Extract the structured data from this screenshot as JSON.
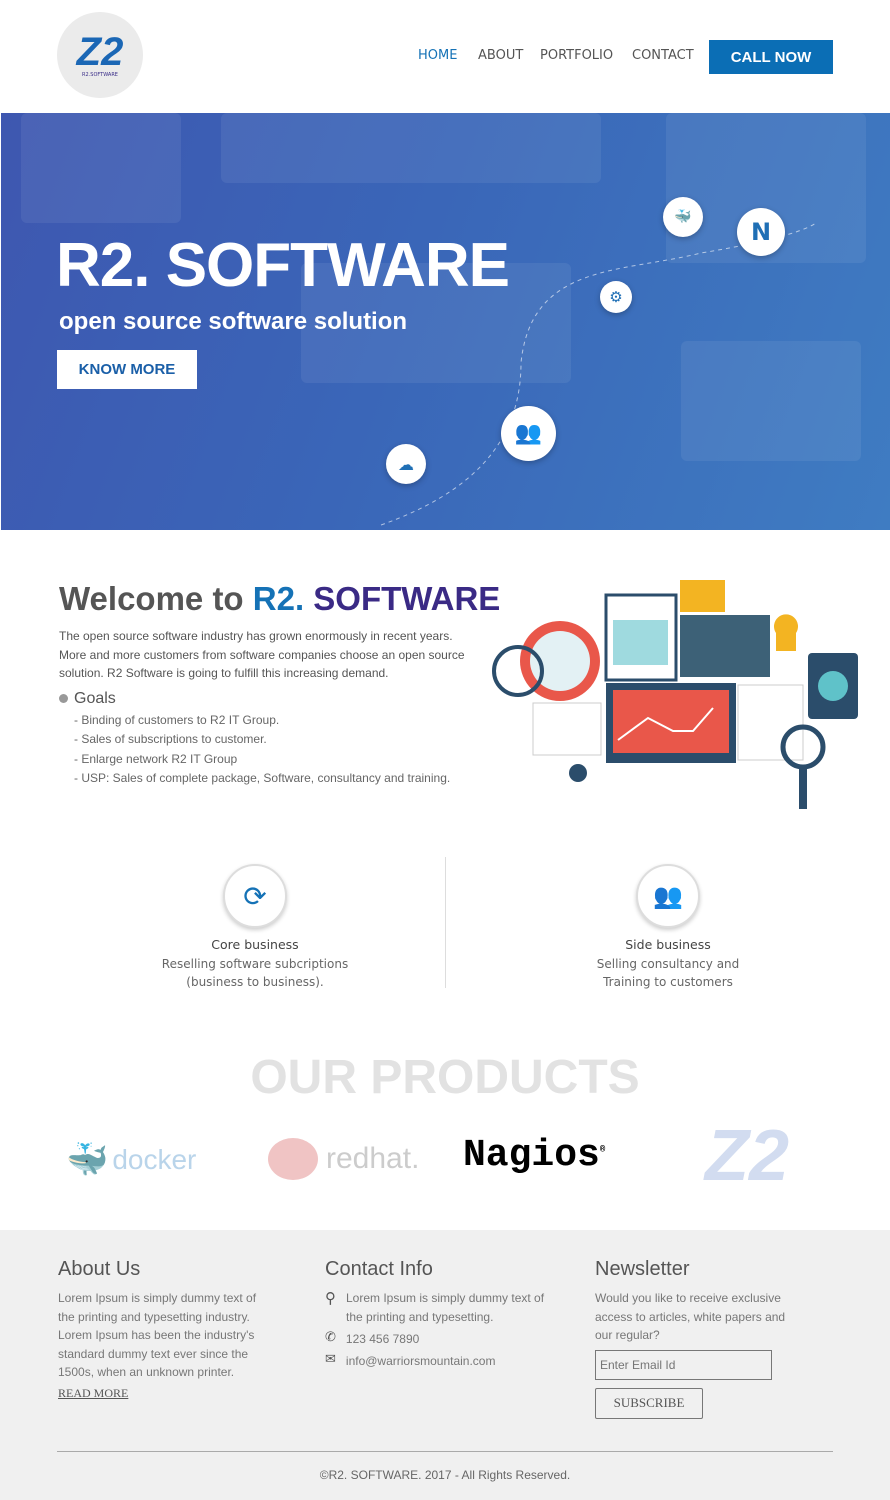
{
  "header": {
    "logo_text": "R2.SOFTWARE",
    "logo_mark": "Z2",
    "nav": [
      "HOME",
      "ABOUT",
      "PORTFOLIO",
      "CONTACT"
    ],
    "cta": "CALL NOW",
    "accent": "#0b6eb5"
  },
  "hero": {
    "title": "R2. SOFTWARE",
    "subtitle": "open source software solution",
    "button": "KNOW MORE",
    "icons": [
      "docker-icon",
      "nagios-icon",
      "settings-icon",
      "team-icon",
      "redhat-icon"
    ]
  },
  "welcome": {
    "title_prefix": "Welcome to ",
    "title_r2": "R2.",
    "title_software": " SOFTWARE",
    "intro": "The open source software industry has grown enormously in recent years. More and more customers from software companies choose an open source solution. R2 Software is going to fulfill this increasing demand.",
    "goals_title": "Goals",
    "goals": [
      "- Binding of customers to R2 IT Group.",
      "- Sales of subscriptions to customer.",
      "- Enlarge network R2 IT Group",
      "- USP: Sales of complete package, Software, consultancy and training."
    ]
  },
  "business": [
    {
      "title": "Core business",
      "line1": "Reselling software subcriptions",
      "line2": "(business to business)."
    },
    {
      "title": "Side business",
      "line1": "Selling consultancy and",
      "line2": "Training to customers"
    }
  ],
  "products": {
    "title": "OUR PRODUCTS",
    "items": [
      "docker",
      "redhat.",
      "Nagios",
      "Z2"
    ]
  },
  "footer": {
    "about": {
      "title": "About Us",
      "text": "Lorem Ipsum is simply dummy text of the printing and typesetting industry. Lorem Ipsum has been the industry's standard dummy text ever since the 1500s, when an unknown printer.",
      "link": "READ MORE"
    },
    "contact": {
      "title": "Contact Info",
      "address": "Lorem Ipsum is simply dummy text of the printing and typesetting.",
      "phone": "123 456 7890",
      "email": "info@warriorsmountain.com"
    },
    "newsletter": {
      "title": "Newsletter",
      "text": "Would you like to receive exclusive access to articles, white papers and our regular?",
      "placeholder": "Enter Email Id",
      "button": "SUBSCRIBE"
    },
    "copyright": "©R2. SOFTWARE. 2017 - All Rights Reserved."
  }
}
